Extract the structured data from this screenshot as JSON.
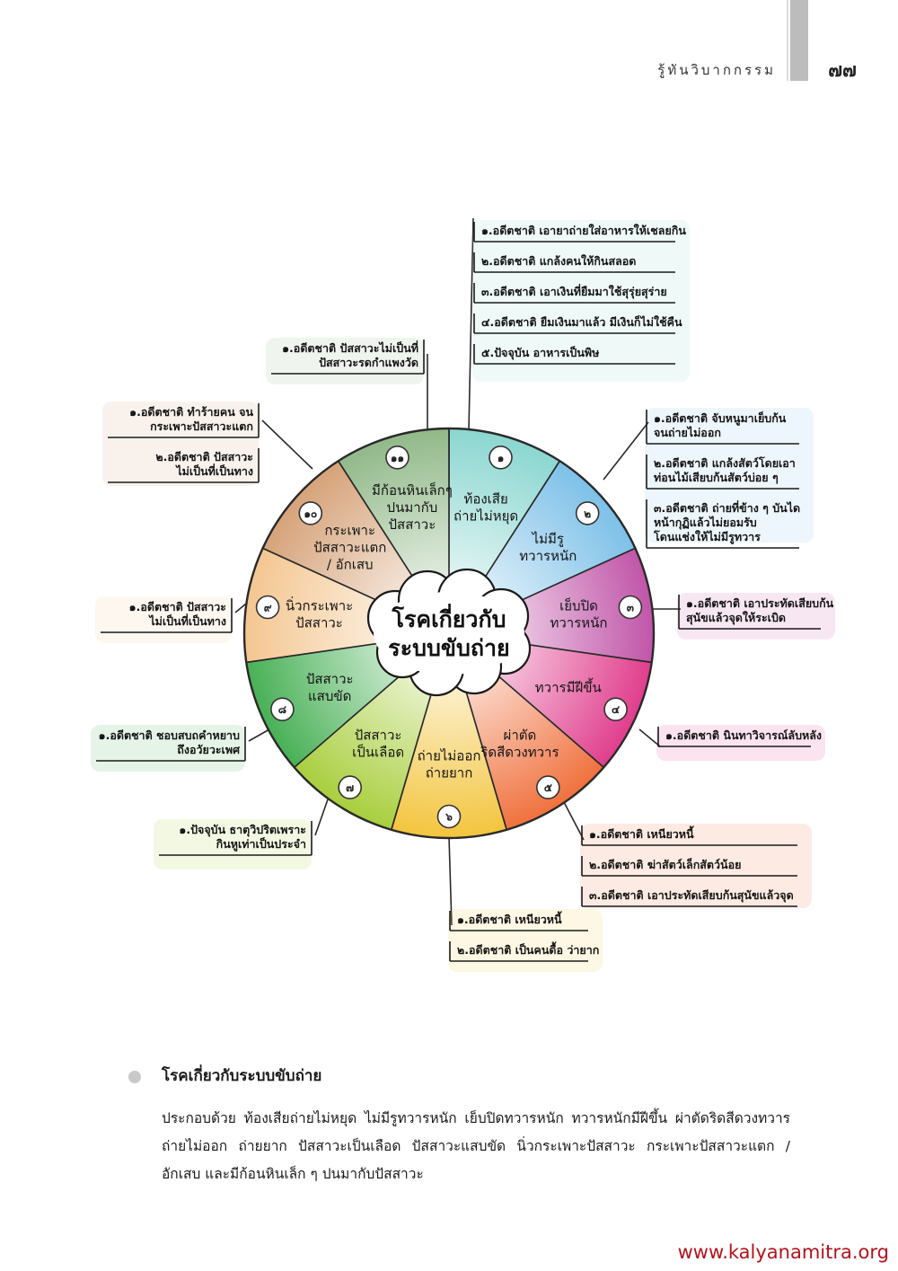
{
  "header": {
    "title": "รู้ทันวิบากกรรม",
    "page_number": "๗๗"
  },
  "diagram": {
    "center": {
      "line1": "โรคเกี่ยวกับ",
      "line2": "ระบบขับถ่าย"
    },
    "segments": [
      {
        "num": "๑",
        "lines": [
          "ท้องเสีย",
          "ถ่ายไม่หยุด"
        ],
        "color": "#8ad6d0"
      },
      {
        "num": "๒",
        "lines": [
          "ไม่มีรู",
          "ทวารหนัก"
        ],
        "color": "#7cc0e8"
      },
      {
        "num": "๓",
        "lines": [
          "เย็บปิด",
          "ทวารหนัก"
        ],
        "color": "#c054a8"
      },
      {
        "num": "๔",
        "lines": [
          "ทวารมีฝีขึ้น"
        ],
        "color": "#e03c8c"
      },
      {
        "num": "๕",
        "lines": [
          "ผ่าตัด",
          "ริดสีดวงทวาร"
        ],
        "color": "#f0703c"
      },
      {
        "num": "๖",
        "lines": [
          "ถ่ายไม่ออก",
          "ถ่ายยาก"
        ],
        "color": "#f3c43c"
      },
      {
        "num": "๗",
        "lines": [
          "ปัสสาวะ",
          "เป็นเลือด"
        ],
        "color": "#a8ce3c"
      },
      {
        "num": "๘",
        "lines": [
          "ปัสสาวะ",
          "แสบขัด"
        ],
        "color": "#46b054"
      },
      {
        "num": "๙",
        "lines": [
          "นิ่วกระเพาะ",
          "ปัสสาวะ"
        ],
        "color": "#f4c690"
      },
      {
        "num": "๑๐",
        "lines": [
          "กระเพาะ",
          "ปัสสาวะแตก",
          "/ อักเสบ"
        ],
        "color": "#d6a278"
      },
      {
        "num": "๑๑",
        "lines": [
          "มีก้อนหินเล็กๆ",
          "ปนมากับ",
          "ปัสสาวะ"
        ],
        "color": "#90b888"
      }
    ],
    "callouts": [
      {
        "for": "๑",
        "items": [
          [
            "๑.อดีตชาติ เอายาถ่ายใส่อาหารให้เชลยกิน"
          ],
          [
            "๒.อดีตชาติ แกล้งคนให้กินสลอด"
          ],
          [
            "๓.อดีตชาติ เอาเงินที่ยืมมาใช้สุรุ่ยสุร่าย"
          ],
          [
            "๔.อดีตชาติ ยืมเงินมาแล้ว มีเงินก็ไม่ใช้คืน"
          ],
          [
            "๕.ปัจจุบัน อาหารเป็นพิษ"
          ]
        ]
      },
      {
        "for": "๒",
        "items": [
          [
            "๑.อดีตชาติ จับหนูมาเย็บก้น",
            "จนถ่ายไม่ออก"
          ],
          [
            "๒.อดีตชาติ แกล้งสัตว์โดยเอา",
            "ท่อนไม้เสียบก้นสัตว์บ่อย ๆ"
          ],
          [
            "๓.อดีตชาติ ถ่ายที่ข้าง ๆ บันได",
            "หน้ากุฏิแล้วไม่ยอมรับ",
            "โดนแช่งให้ไม่มีรูทวาร"
          ]
        ]
      },
      {
        "for": "๓",
        "items": [
          [
            "๑.อดีตชาติ เอาประทัดเสียบก้น",
            "สุนัขแล้วจุดให้ระเบิด"
          ]
        ]
      },
      {
        "for": "๔",
        "items": [
          [
            "๑.อดีตชาติ นินทาวิจารณ์ลับหลัง"
          ]
        ]
      },
      {
        "for": "๕",
        "items": [
          [
            "๑.อดีตชาติ เหนียวหนี้"
          ],
          [
            "๒.อดีตชาติ ฆ่าสัตว์เล็กสัตว์น้อย"
          ],
          [
            "๓.อดีตชาติ เอาประทัดเสียบก้นสุนัขแล้วจุด"
          ]
        ]
      },
      {
        "for": "๖",
        "items": [
          [
            "๑.อดีตชาติ เหนียวหนี้"
          ],
          [
            "๒.อดีตชาติ เป็นคนดื้อ ว่ายาก"
          ]
        ]
      },
      {
        "for": "๗",
        "items": [
          [
            "๑.ปัจจุบัน ธาตุวิปริตเพราะ",
            "กินหูเท่าเป็นประจำ"
          ]
        ]
      },
      {
        "for": "๘",
        "items": [
          [
            "๑.อดีตชาติ ชอบสบถคำหยาบ",
            "ถึงอวัยวะเพศ"
          ]
        ]
      },
      {
        "for": "๙",
        "items": [
          [
            "๑.อดีตชาติ ปัสสาวะ",
            "ไม่เป็นที่เป็นทาง"
          ]
        ]
      },
      {
        "for": "๑๐",
        "items": [
          [
            "๑.อดีตชาติ ทำร้ายคน จน",
            "กระเพาะปัสสาวะแตก"
          ],
          [
            "๒.อดีตชาติ ปัสสาวะ",
            "ไม่เป็นที่เป็นทาง"
          ]
        ]
      },
      {
        "for": "๑๑",
        "items": [
          [
            "๑.อดีตชาติ ปัสสาวะไม่เป็นที่",
            "ปัสสาวะรดกำแพงวัด"
          ]
        ]
      }
    ]
  },
  "caption": {
    "heading": "โรคเกี่ยวกับระบบขับถ่าย",
    "body": "ประกอบด้วย ท้องเสียถ่ายไม่หยุด ไม่มีรูทวารหนัก เย็บปิดทวารหนัก ทวารหนักมีฝีขึ้น ผ่าตัดริดสีดวงทวาร ถ่ายไม่ออก ถ่ายยาก ปัสสาวะเป็นเลือด ปัสสาวะแสบขัด นิ่วกระเพาะปัสสาวะ กระเพาะปัสสาวะแตก / อักเสบ และมีก้อนหินเล็ก ๆ ปนมากับปัสสาวะ"
  },
  "footer": {
    "url": "www.kalyanamitra.org"
  }
}
